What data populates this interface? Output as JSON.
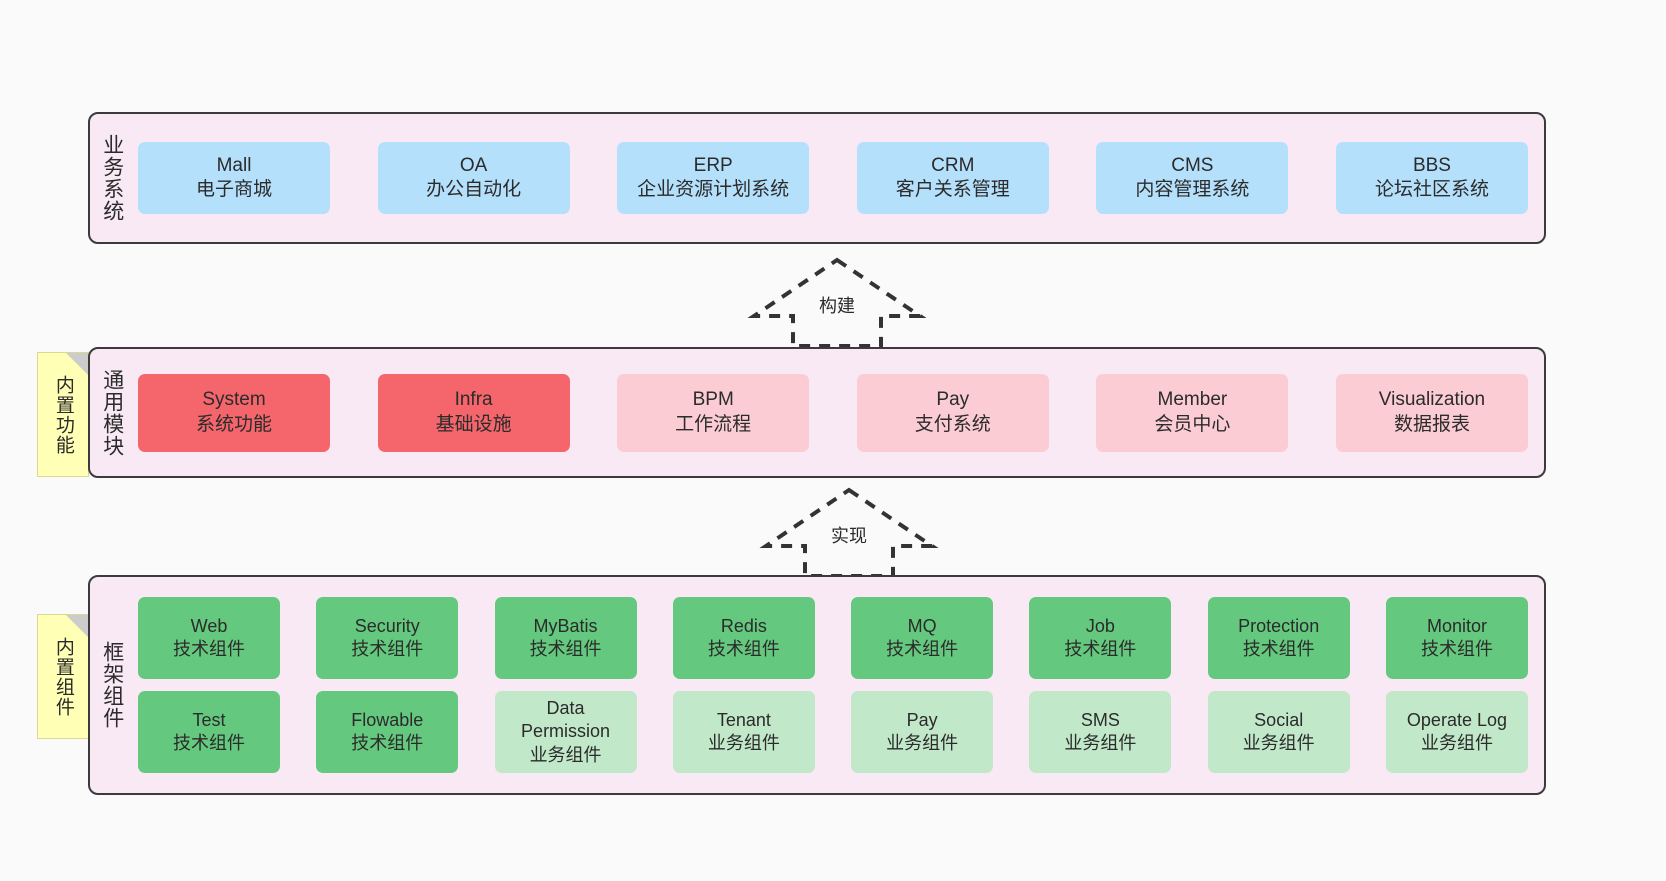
{
  "layers": [
    {
      "id": "business-system",
      "title": "业务系统",
      "rows": [
        [
          {
            "name": "Mall",
            "desc": "电子商城",
            "color": "#b5e0fb",
            "style": "c-blue"
          },
          {
            "name": "OA",
            "desc": "办公自动化",
            "color": "#b5e0fb",
            "style": "c-blue"
          },
          {
            "name": "ERP",
            "desc": "企业资源计划系统",
            "color": "#b5e0fb",
            "style": "c-blue"
          },
          {
            "name": "CRM",
            "desc": "客户关系管理",
            "color": "#b5e0fb",
            "style": "c-blue"
          },
          {
            "name": "CMS",
            "desc": "内容管理系统",
            "color": "#b5e0fb",
            "style": "c-blue"
          },
          {
            "name": "BBS",
            "desc": "论坛社区系统",
            "color": "#b5e0fb",
            "style": "c-blue"
          }
        ]
      ]
    },
    {
      "id": "common-module",
      "title": "通用模块",
      "rows": [
        [
          {
            "name": "System",
            "desc": "系统功能",
            "color": "#f4666c",
            "style": "c-red"
          },
          {
            "name": "Infra",
            "desc": "基础设施",
            "color": "#f4666c",
            "style": "c-red"
          },
          {
            "name": "BPM",
            "desc": "工作流程",
            "color": "#fbccd3",
            "style": "c-pink"
          },
          {
            "name": "Pay",
            "desc": "支付系统",
            "color": "#fbccd3",
            "style": "c-pink"
          },
          {
            "name": "Member",
            "desc": "会员中心",
            "color": "#fbccd3",
            "style": "c-pink"
          },
          {
            "name": "Visualization",
            "desc": "数据报表",
            "color": "#fbccd3",
            "style": "c-pink"
          }
        ]
      ]
    },
    {
      "id": "framework-component",
      "title": "框架组件",
      "rows": [
        [
          {
            "name": "Web",
            "desc": "技术组件",
            "color": "#64c97e",
            "style": "c-green"
          },
          {
            "name": "Security",
            "desc": "技术组件",
            "color": "#64c97e",
            "style": "c-green"
          },
          {
            "name": "MyBatis",
            "desc": "技术组件",
            "color": "#64c97e",
            "style": "c-green"
          },
          {
            "name": "Redis",
            "desc": "技术组件",
            "color": "#64c97e",
            "style": "c-green"
          },
          {
            "name": "MQ",
            "desc": "技术组件",
            "color": "#64c97e",
            "style": "c-green"
          },
          {
            "name": "Job",
            "desc": "技术组件",
            "color": "#64c97e",
            "style": "c-green"
          },
          {
            "name": "Protection",
            "desc": "技术组件",
            "color": "#64c97e",
            "style": "c-green"
          },
          {
            "name": "Monitor",
            "desc": "技术组件",
            "color": "#64c97e",
            "style": "c-green"
          }
        ],
        [
          {
            "name": "Test",
            "desc": "技术组件",
            "color": "#64c97e",
            "style": "c-green"
          },
          {
            "name": "Flowable",
            "desc": "技术组件",
            "color": "#64c97e",
            "style": "c-green"
          },
          {
            "name": "Data Permission",
            "desc": "业务组件",
            "color": "#c2e8ca",
            "style": "c-greenlight"
          },
          {
            "name": "Tenant",
            "desc": "业务组件",
            "color": "#c2e8ca",
            "style": "c-greenlight"
          },
          {
            "name": "Pay",
            "desc": "业务组件",
            "color": "#c2e8ca",
            "style": "c-greenlight"
          },
          {
            "name": "SMS",
            "desc": "业务组件",
            "color": "#c2e8ca",
            "style": "c-greenlight"
          },
          {
            "name": "Social",
            "desc": "业务组件",
            "color": "#c2e8ca",
            "style": "c-greenlight"
          },
          {
            "name": "Operate Log",
            "desc": "业务组件",
            "color": "#c2e8ca",
            "style": "c-greenlight"
          }
        ]
      ]
    }
  ],
  "notes": [
    {
      "id": "builtin-function",
      "label": "内置功能",
      "color": "#ffffb5"
    },
    {
      "id": "builtin-component",
      "label": "内置组件",
      "color": "#ffffb5"
    }
  ],
  "arrows": [
    {
      "id": "build-arrow",
      "label": "构建",
      "direction": "up",
      "style": "dashed-hollow"
    },
    {
      "id": "implement-arrow",
      "label": "实现",
      "direction": "up",
      "style": "dashed-hollow"
    }
  ],
  "palette": {
    "canvas": "#fafafa",
    "layer_bg": "#f8e9f4",
    "layer_border": "#3b3b3b",
    "note_bg": "#ffffb5",
    "note_fold": "#cccccc",
    "text": "#2b2b2b"
  }
}
